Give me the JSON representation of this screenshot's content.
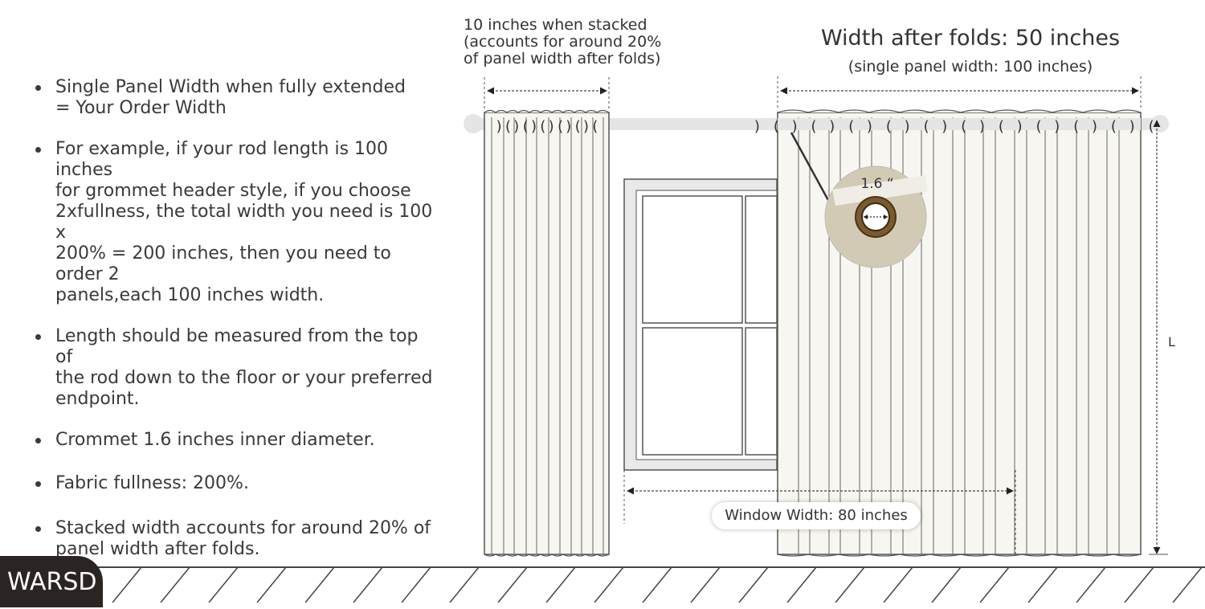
{
  "bullets": [
    "Single Panel Width when fully extended\n= Your Order Width",
    "For example, if your rod length is 100 inches\nfor grommet header style, if you choose\n2xfullness, the total width you need is 100 x\n200% = 200 inches, then you need to order 2\npanels,each 100 inches width.",
    "Length should be measured from the top of\nthe rod down to the floor or your preferred\nendpoint.",
    "Crommet 1.6 inches inner diameter.",
    "Fabric fullness: 200%.",
    "Stacked width accounts for around 20% of\npanel width after folds."
  ],
  "diagram": {
    "stack_label": "10 inches when stacked\n(accounts for around 20%\nof panel width after folds)",
    "width_title": "Width after folds: 50 inches",
    "width_sub": "(single panel width: 100 inches)",
    "grommet_label": "1.6 “",
    "length_label": "L",
    "window_label": "Window Width: 80 inches"
  },
  "brand": "WARSD",
  "colors": {
    "fabric": "#f7f6f1",
    "rod": "#e5e5e5",
    "line": "#555555",
    "brand_bg": "#2a2523",
    "linen": "#cfc6b2",
    "grommet": "#7a5a2e"
  }
}
